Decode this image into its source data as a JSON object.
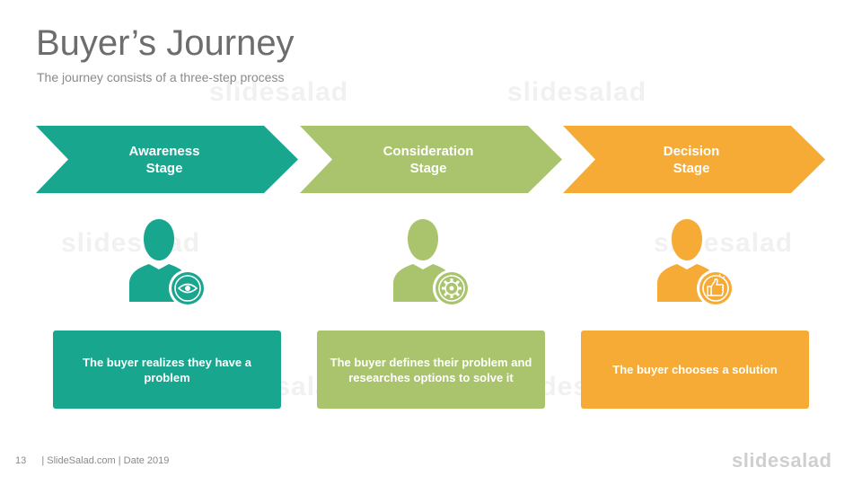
{
  "slide": {
    "title": "Buyer’s Journey",
    "subtitle": "The journey consists of a three-step process"
  },
  "stages": [
    {
      "label": "Awareness\nStage",
      "description": "The buyer realizes they have a problem",
      "color": "#18a68f",
      "icon": "eye-icon"
    },
    {
      "label": "Consideration\nStage",
      "description": "The buyer defines their problem and researches options to solve it",
      "color": "#a9c46c",
      "icon": "gear-icon"
    },
    {
      "label": "Decision\nStage",
      "description": "The buyer chooses a solution",
      "color": "#f5ab36",
      "icon": "thumbs-up-icon"
    }
  ],
  "footer": {
    "page_number": "13",
    "text": "| SlideSalad.com | Date 2019",
    "brand": "slidesalad"
  },
  "watermark": "slidesalad"
}
